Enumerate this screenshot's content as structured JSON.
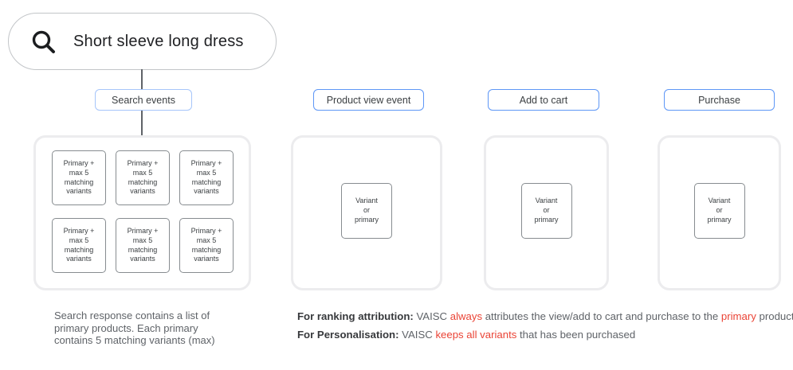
{
  "search_bar": {
    "query": "Short sleeve long dress"
  },
  "event_buttons": [
    {
      "label": "Search events"
    },
    {
      "label": "Product view event"
    },
    {
      "label": "Add to cart"
    },
    {
      "label": "Purchase"
    }
  ],
  "node_labels": {
    "primary_box": "Primary +\nmax 5\nmatching\nvariants",
    "variant_box": "Variant\nor\nprimary"
  },
  "captions": {
    "search_note": "Search response contains a list of\nprimary products. Each primary\ncontains 5 matching variants (max)",
    "ranking": {
      "segments": [
        {
          "text": "For ranking attribution:",
          "style": "bold"
        },
        {
          "text": " VAISC ",
          "style": "normal"
        },
        {
          "text": "always",
          "style": "red"
        },
        {
          "text": " attributes the view/add to cart and purchase to the ",
          "style": "normal"
        },
        {
          "text": "primary",
          "style": "red"
        },
        {
          "text": " product.",
          "style": "normal"
        }
      ]
    },
    "personalisation": {
      "segments": [
        {
          "text": "For Personalisation:",
          "style": "bold"
        },
        {
          "text": " VAISC ",
          "style": "normal"
        },
        {
          "text": "keeps all variants",
          "style": "red"
        },
        {
          "text": " that has been purchased",
          "style": "normal"
        }
      ]
    }
  },
  "colors": {
    "accent_blue": "#5e97f6",
    "accent_blue_light": "#a6c5fa",
    "highlight_red": "#ea4335",
    "container_border": "#ececee",
    "node_border": "#878c90",
    "connector_gray": "#5f6368",
    "text_dark": "#202124",
    "text_gray": "#5f6368"
  }
}
